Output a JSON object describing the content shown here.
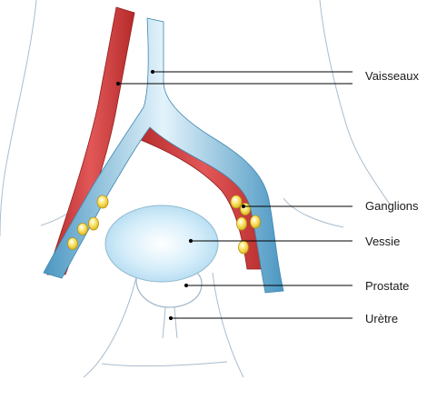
{
  "labels": {
    "vaisseaux": "Vaisseaux",
    "ganglions": "Ganglions",
    "vessie": "Vessie",
    "prostate": "Prostate",
    "uretre": "Urètre"
  },
  "colors": {
    "outline": "#9fb4c8",
    "artery": "#d03b3b",
    "artery_dark": "#a82828",
    "vein": "#5ea8cf",
    "vein_light": "#cfeaf7",
    "bladder": "#cfe9f7",
    "node": "#f2d23c",
    "node_edge": "#c9a10d",
    "leader": "#000000"
  }
}
